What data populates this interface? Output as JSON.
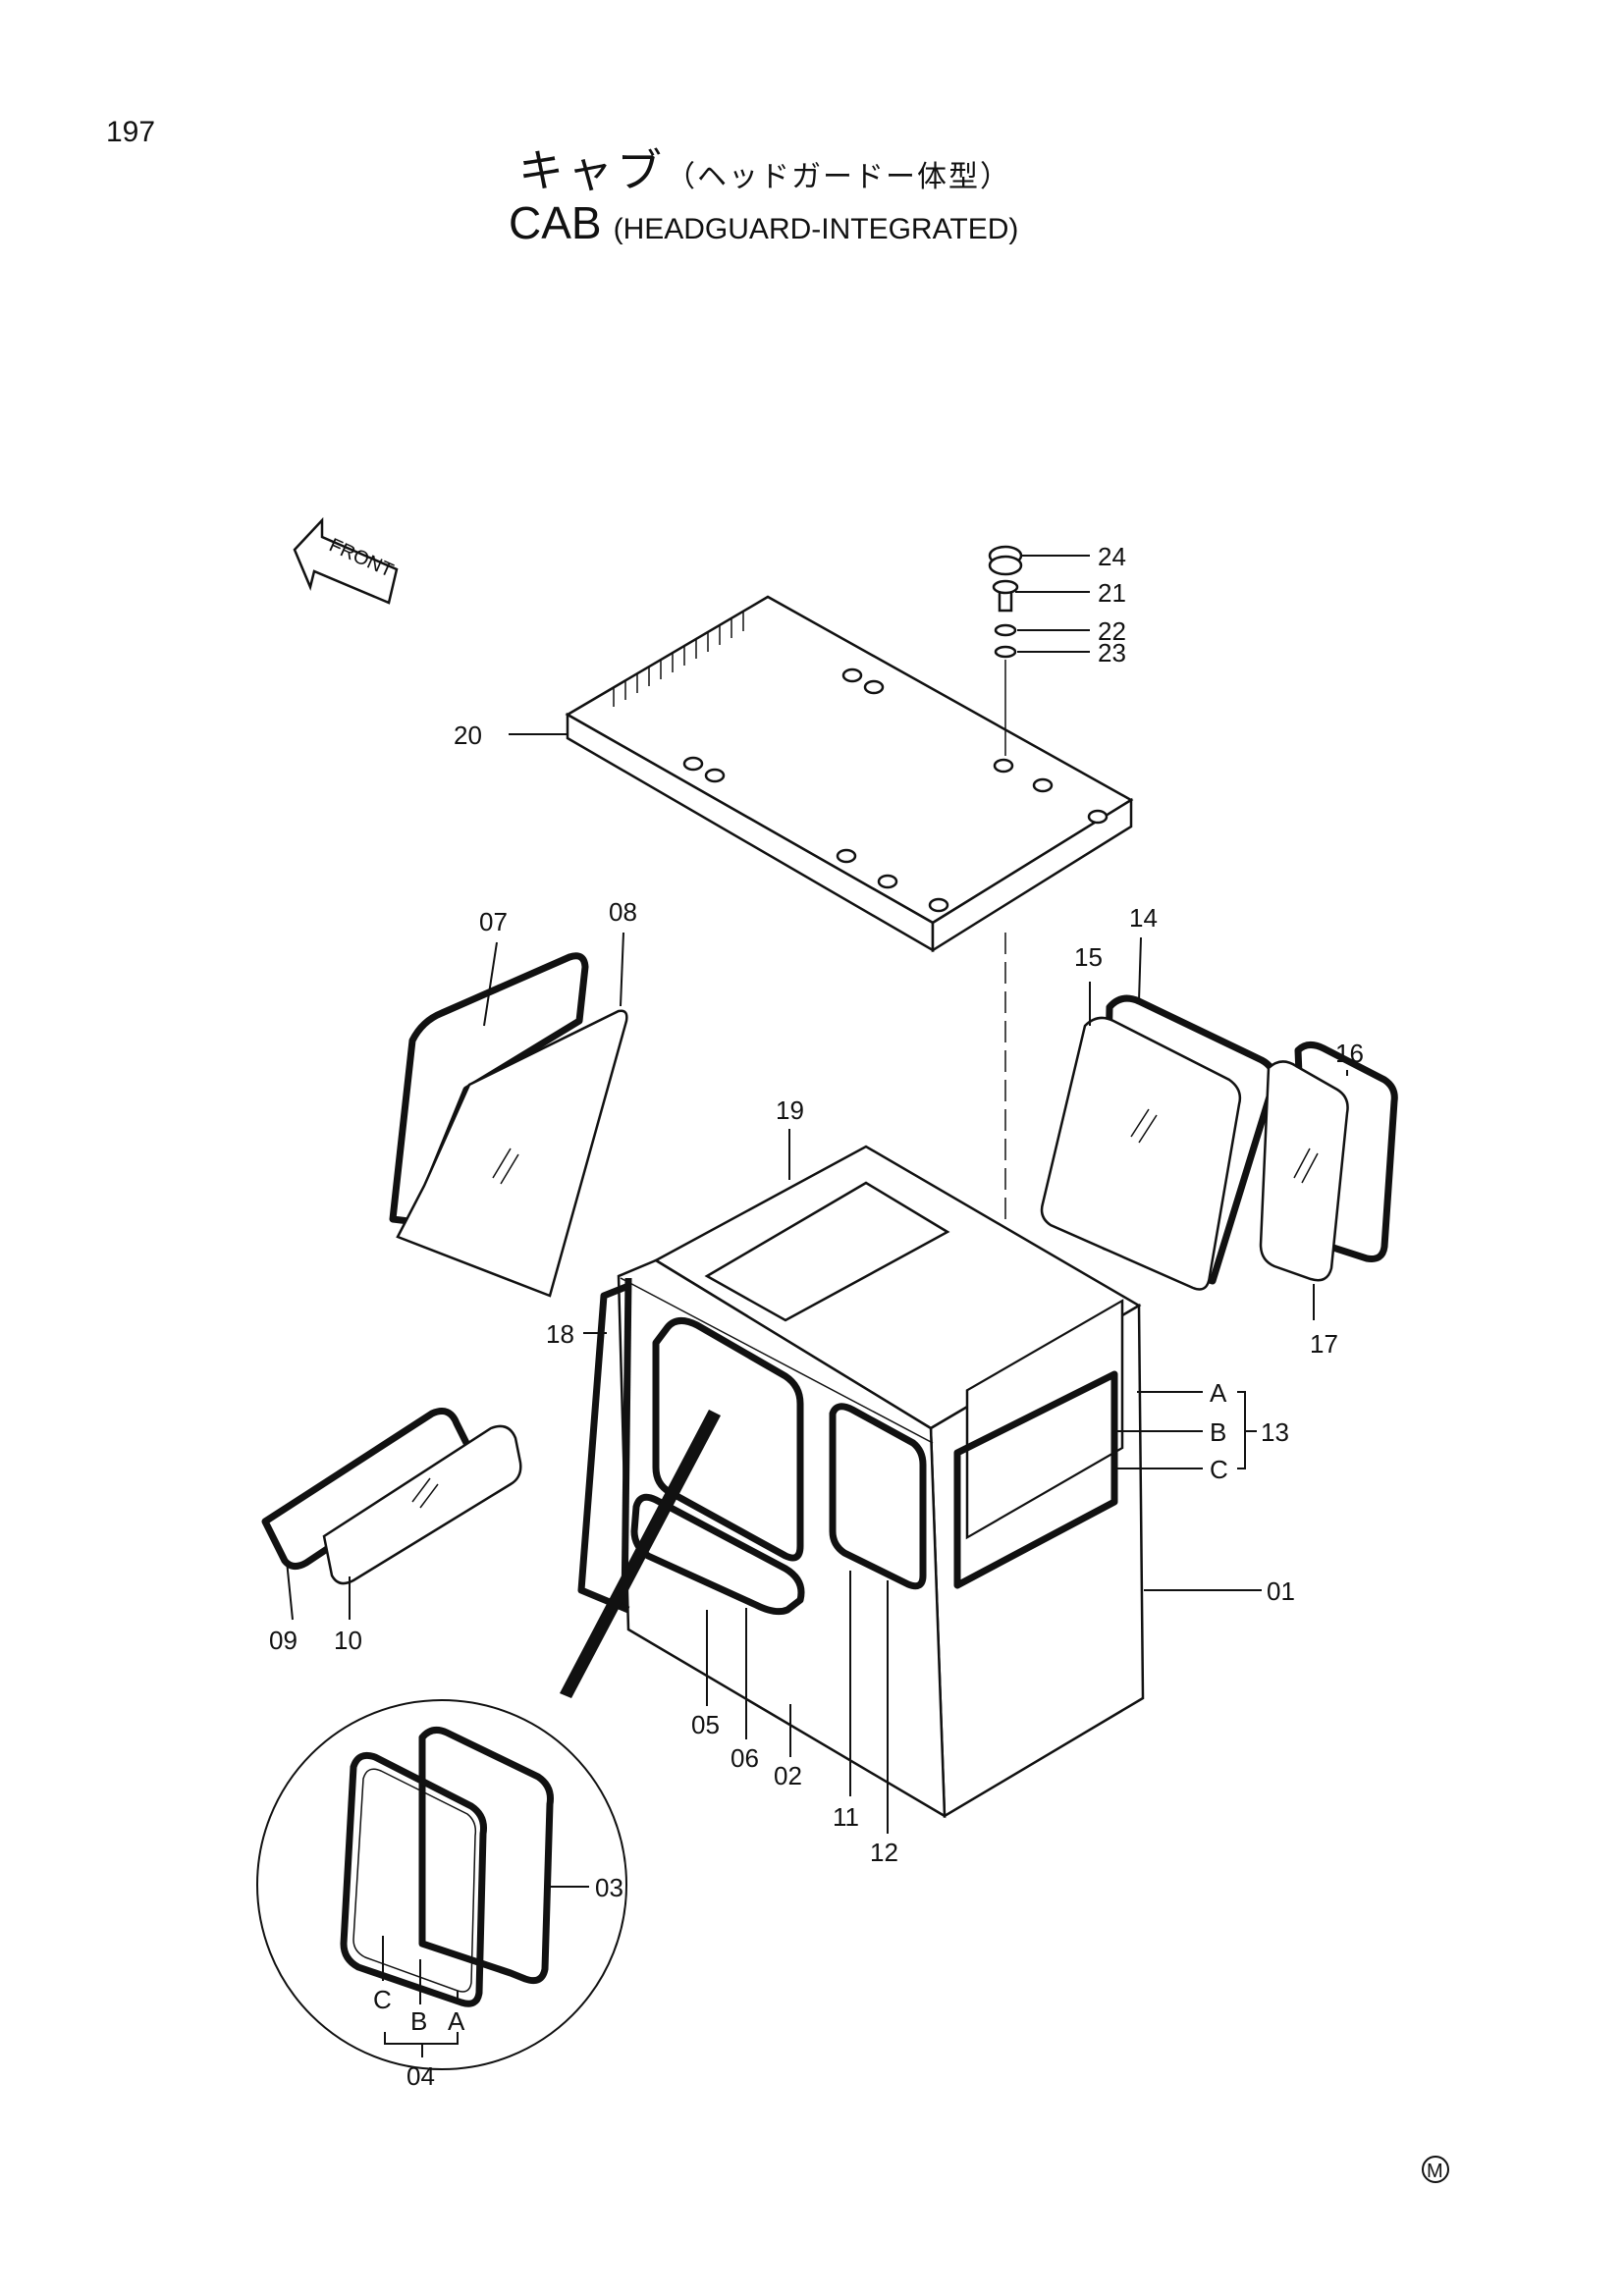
{
  "page": {
    "number": "197"
  },
  "title": {
    "jp_main": "キャブ",
    "jp_sub": "（ヘッドガードー体型）",
    "en_main": "CAB",
    "en_sub": "(HEADGUARD-INTEGRATED)"
  },
  "direction_arrow": {
    "label": "FRONT"
  },
  "parts": {
    "p01": "01",
    "p02": "02",
    "p03": "03",
    "p04": "04",
    "p05": "05",
    "p06": "06",
    "p07": "07",
    "p08": "08",
    "p09": "09",
    "p10": "10",
    "p11": "11",
    "p12": "12",
    "p13": "13",
    "p14": "14",
    "p15": "15",
    "p16": "16",
    "p17": "17",
    "p18": "18",
    "p19": "19",
    "p20": "20",
    "p21": "21",
    "p22": "22",
    "p23": "23",
    "p24": "24"
  },
  "sub_labels": {
    "a": "A",
    "b": "B",
    "c": "C"
  },
  "mark": "M"
}
